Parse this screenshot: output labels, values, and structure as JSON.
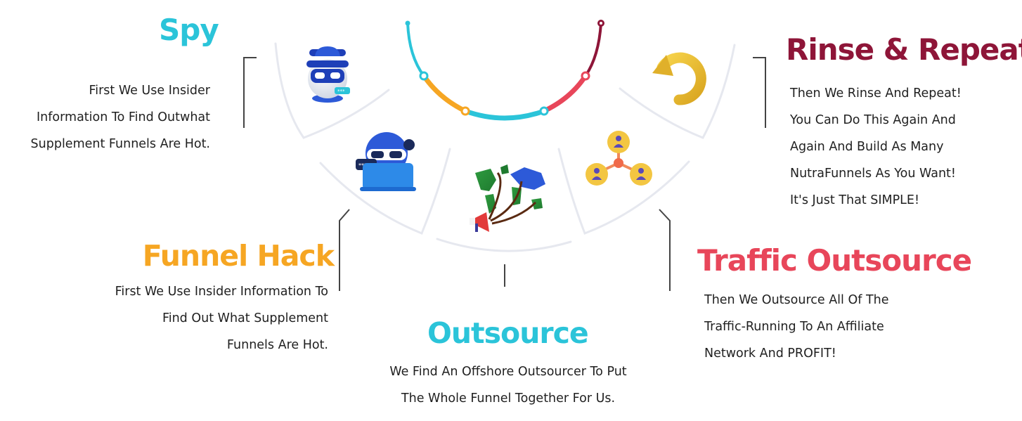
{
  "steps": {
    "spy": {
      "title": "Spy",
      "lines": [
        "First We Use Insider",
        "Information To Find Outwhat",
        "Supplement Funnels Are Hot."
      ]
    },
    "funnel_hack": {
      "title": "Funnel Hack",
      "lines": [
        "First We Use Insider Information To",
        "Find Out What Supplement",
        "Funnels Are Hot."
      ]
    },
    "outsource": {
      "title": "Outsource",
      "lines": [
        "We Find An Offshore Outsourcer To Put",
        "The Whole Funnel Together For Us."
      ]
    },
    "traffic_outsource": {
      "title": "Traffic Outsource",
      "lines": [
        "Then We Outsource All Of The",
        "Traffic-Running To An Affiliate",
        "Network And PROFIT!"
      ]
    },
    "rinse_repeat": {
      "title": "Rinse & Repeat",
      "lines": [
        "Then We Rinse And Repeat!",
        "You Can Do This Again And",
        "Again And Build As Many",
        "NutraFunnels As You Want!",
        "It's Just That SIMPLE!"
      ]
    }
  },
  "icons": {
    "spy": "spy-agent-icon",
    "funnel_hack": "hacker-laptop-icon",
    "outsource": "world-map-megaphone-icon",
    "traffic_outsource": "network-people-icon",
    "rinse_repeat": "repeat-arrow-icon"
  },
  "colors": {
    "cyan": "#2bc4d9",
    "orange": "#f6a623",
    "crimson": "#8e1538",
    "red": "#e8465a",
    "panel_border": "#e6e8ef",
    "bracket": "#444444"
  }
}
